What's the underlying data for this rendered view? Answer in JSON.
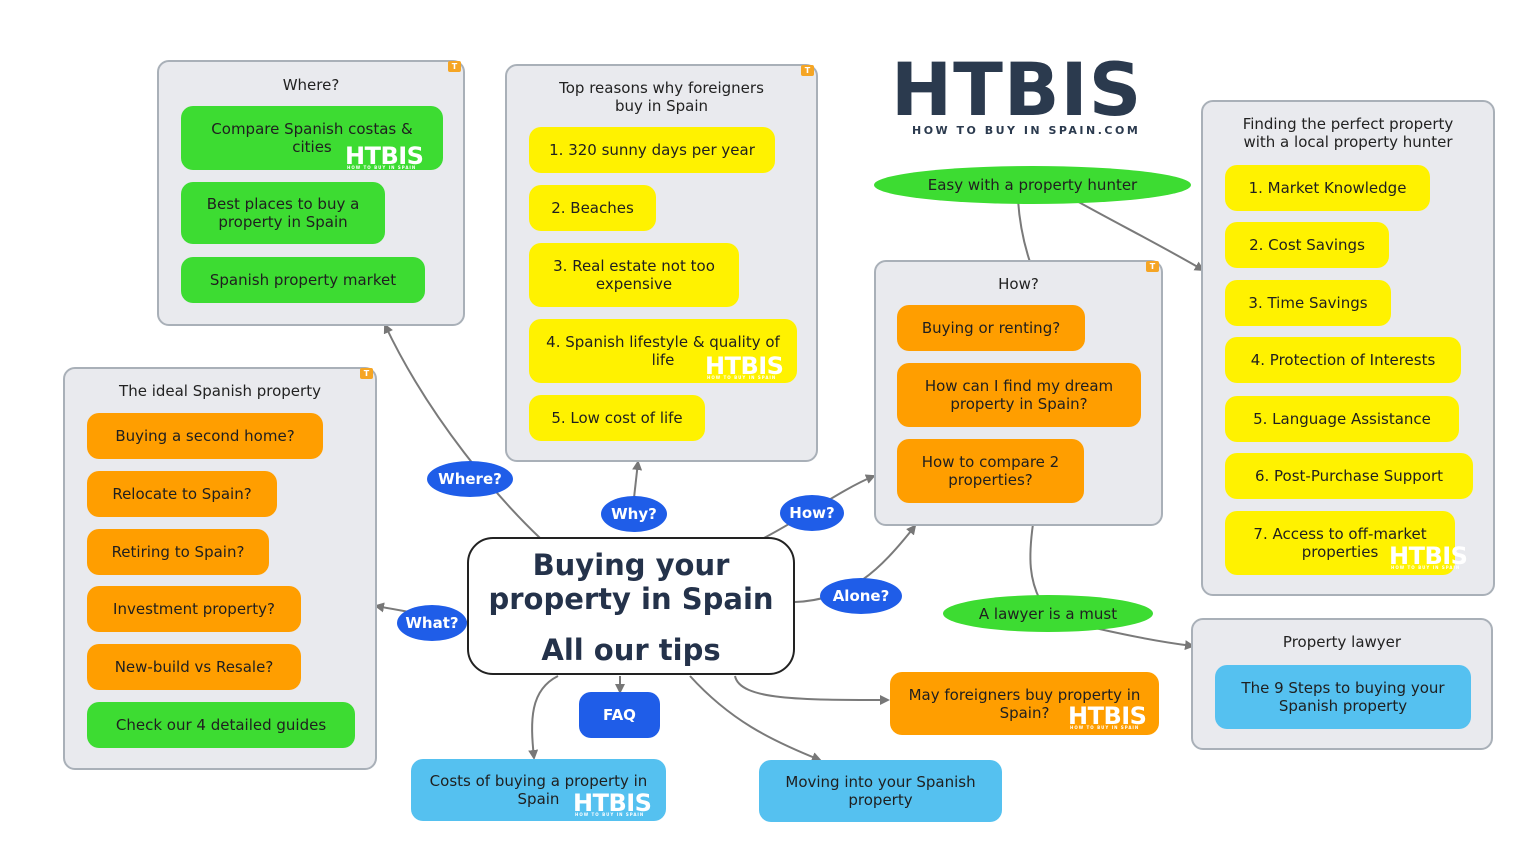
{
  "logo": {
    "main": "HTBIS",
    "sub": "HOW TO BUY IN SPAIN.COM"
  },
  "watermark": {
    "text": "HTBIS",
    "sub": "HOW TO BUY IN SPAIN"
  },
  "badge": "T",
  "center": {
    "line1": "Buying your",
    "line2": "property in Spain",
    "line3": "All our tips"
  },
  "connectors": {
    "where": "Where?",
    "why": "Why?",
    "how": "How?",
    "alone": "Alone?",
    "what": "What?",
    "faq": "FAQ",
    "hunter": "Easy with a property hunter",
    "lawyer": "A lawyer is a must"
  },
  "groups": {
    "where": {
      "title": "Where?",
      "items": [
        "Compare Spanish costas & cities",
        "Best places to buy a property in Spain",
        "Spanish property market"
      ]
    },
    "reasons": {
      "title": "Top reasons why foreigners buy in Spain",
      "items": [
        "1. 320 sunny days per year",
        "2. Beaches",
        "3. Real estate not too expensive",
        "4. Spanish lifestyle & quality of life",
        "5. Low cost of life"
      ]
    },
    "how": {
      "title": "How?",
      "items": [
        "Buying or renting?",
        "How can I find my dream property in Spain?",
        "How to compare 2 properties?"
      ]
    },
    "hunter": {
      "title": "Finding the perfect property with a local property hunter",
      "items": [
        "1. Market Knowledge",
        "2. Cost Savings",
        "3. Time Savings",
        "4. Protection of Interests",
        "5. Language Assistance",
        "6. Post-Purchase Support",
        "7. Access to off-market properties"
      ]
    },
    "ideal": {
      "title": "The ideal Spanish property",
      "items": [
        "Buying a second home?",
        "Relocate to Spain?",
        "Retiring to Spain?",
        "Investment property?",
        "New-build vs Resale?",
        "Check our 4 detailed guides"
      ]
    },
    "lawyer": {
      "title": "Property lawyer",
      "items": [
        "The 9 Steps to buying your Spanish property"
      ]
    }
  },
  "standalone": {
    "foreigners": "May foreigners buy property in Spain?",
    "costs": "Costs of buying a property in Spain",
    "moving": "Moving into your Spanish property"
  },
  "colors": {
    "green": "#3ddc32",
    "yellow": "#fff200",
    "orange": "#ff9e00",
    "blue": "#55c1f0",
    "dark_blue": "#1f5de8",
    "navy": "#2b3a4e"
  }
}
